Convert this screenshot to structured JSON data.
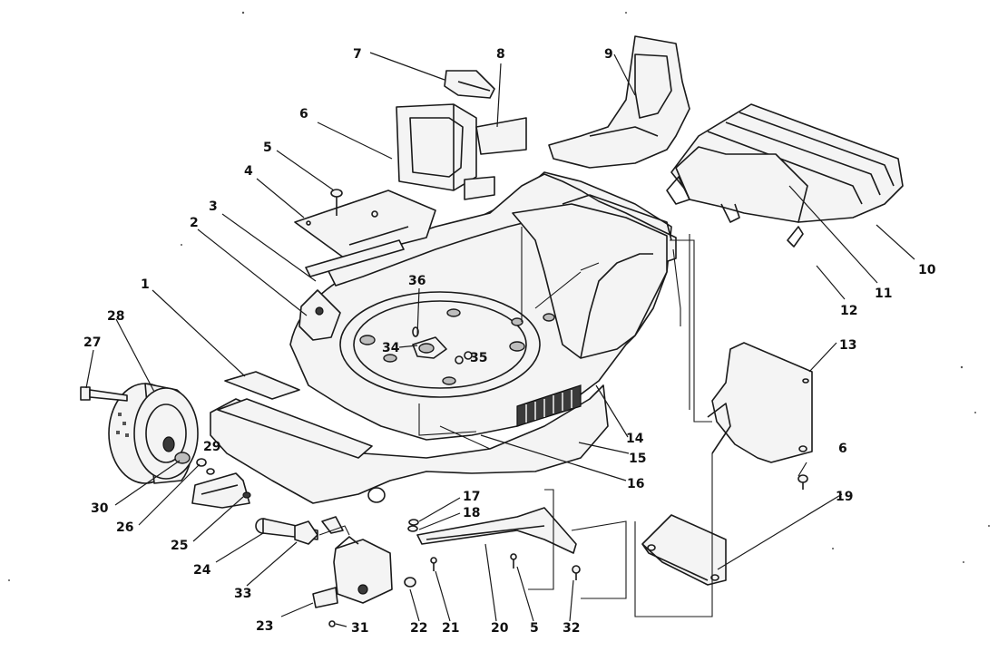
{
  "callouts": {
    "n1": "1",
    "n2": "2",
    "n3": "3",
    "n4": "4",
    "n5a": "5",
    "n5b": "5",
    "n6a": "6",
    "n6b": "6",
    "n7": "7",
    "n8": "8",
    "n9": "9",
    "n10": "10",
    "n11": "11",
    "n12": "12",
    "n13": "13",
    "n14": "14",
    "n15": "15",
    "n16": "16",
    "n17": "17",
    "n18": "18",
    "n19": "19",
    "n20": "20",
    "n21": "21",
    "n22": "22",
    "n23": "23",
    "n24": "24",
    "n25": "25",
    "n26": "26",
    "n27": "27",
    "n28": "28",
    "n29": "29",
    "n30": "30",
    "n31": "31",
    "n32": "32",
    "n33": "33",
    "n34": "34",
    "n35": "35",
    "n36": "36"
  }
}
